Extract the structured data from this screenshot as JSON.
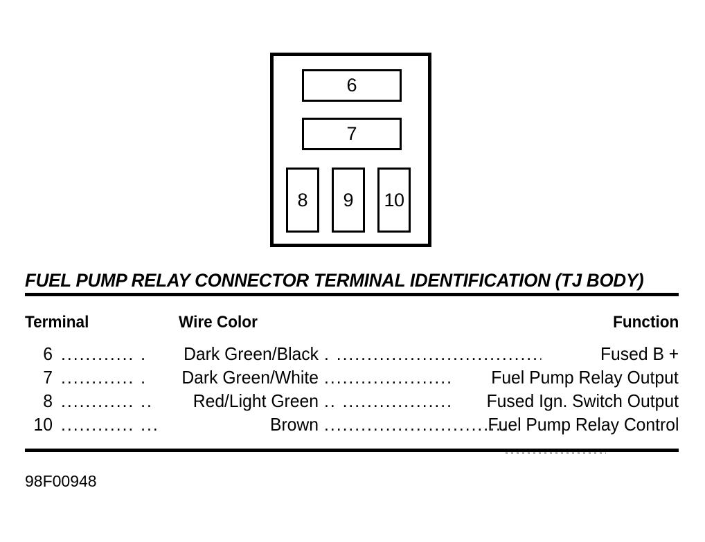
{
  "figure": {
    "title": "FUEL PUMP RELAY CONNECTOR TERMINAL IDENTIFICATION (TJ BODY)",
    "id": "98F00948",
    "connector": {
      "pins": [
        {
          "label": "6",
          "shape": "wide"
        },
        {
          "label": "7",
          "shape": "wide"
        },
        {
          "label": "8",
          "shape": "tall"
        },
        {
          "label": "9",
          "shape": "tall"
        },
        {
          "label": "10",
          "shape": "tall"
        }
      ]
    }
  },
  "table": {
    "headers": {
      "terminal": "Terminal",
      "wire_color": "Wire Color",
      "function": "Function"
    },
    "rows": [
      {
        "terminal": "6",
        "leader_a": "............ .",
        "wire_color": "Dark Green/Black",
        "leader_b": ". ........................................",
        "function": "Fused B +"
      },
      {
        "terminal": "7",
        "leader_a": "............ .",
        "wire_color": "Dark Green/White",
        "leader_b": ".....................",
        "function": "Fuel Pump Relay Output"
      },
      {
        "terminal": "8",
        "leader_a": "............ ..",
        "wire_color": "Red/Light Green",
        "leader_b": ".. ..................",
        "function": "Fused Ign. Switch Output"
      },
      {
        "terminal": "10",
        "leader_a": "............ ..........",
        "wire_color": "Brown",
        "leader_b": "..............................",
        "function": "Fuel Pump Relay Control"
      }
    ]
  },
  "colors": {
    "ink": "#000000",
    "paper": "#ffffff"
  }
}
